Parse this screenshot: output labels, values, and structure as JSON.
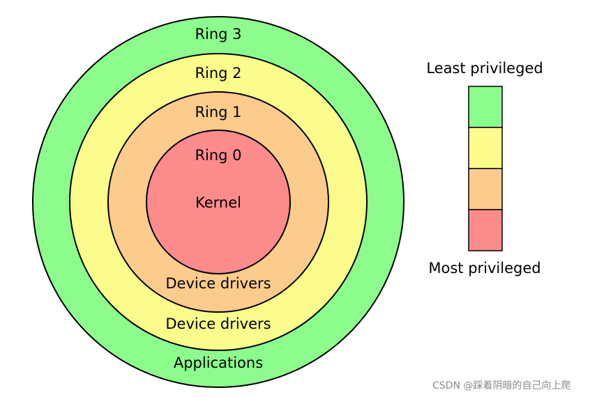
{
  "rings": [
    {
      "ring": "Ring 3",
      "color": "#8cfc8c",
      "labels": [
        "Ring 3",
        "Applications"
      ]
    },
    {
      "ring": "Ring 2",
      "color": "#fcfc8c",
      "labels": [
        "Ring 2",
        "Device drivers"
      ]
    },
    {
      "ring": "Ring 1",
      "color": "#fccc8c",
      "labels": [
        "Ring 1",
        "Device drivers"
      ]
    },
    {
      "ring": "Ring 0",
      "color": "#fc8c8c",
      "labels": [
        "Ring 0",
        "Kernel"
      ]
    }
  ],
  "legend": {
    "top_label": "Least privileged",
    "bottom_label": "Most privileged",
    "colors": [
      "#8cfc8c",
      "#fcfc8c",
      "#fccc8c",
      "#fc8c8c"
    ]
  },
  "watermark": "CSDN @踩着阴暗的自己向上爬"
}
